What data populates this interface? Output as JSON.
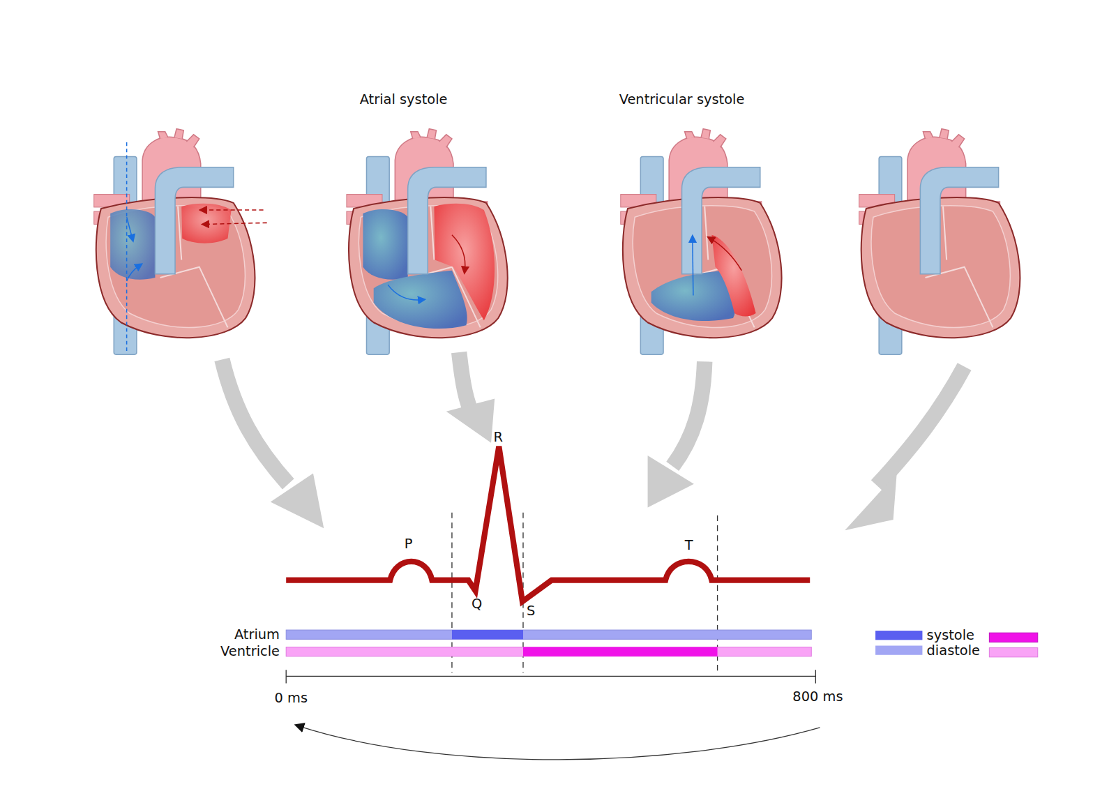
{
  "diagram": {
    "labels": [
      "Atrial systole",
      "Ventricular systole",
      "R",
      "P",
      "T",
      "Q",
      "S",
      "Atrium",
      "Ventricle",
      "0 ms",
      "800 ms"
    ],
    "legend": [
      {
        "text": "systole",
        "color": "#5a5ff0"
      },
      {
        "text": "diastole",
        "color": "#a2a6f4"
      }
    ]
  }
}
